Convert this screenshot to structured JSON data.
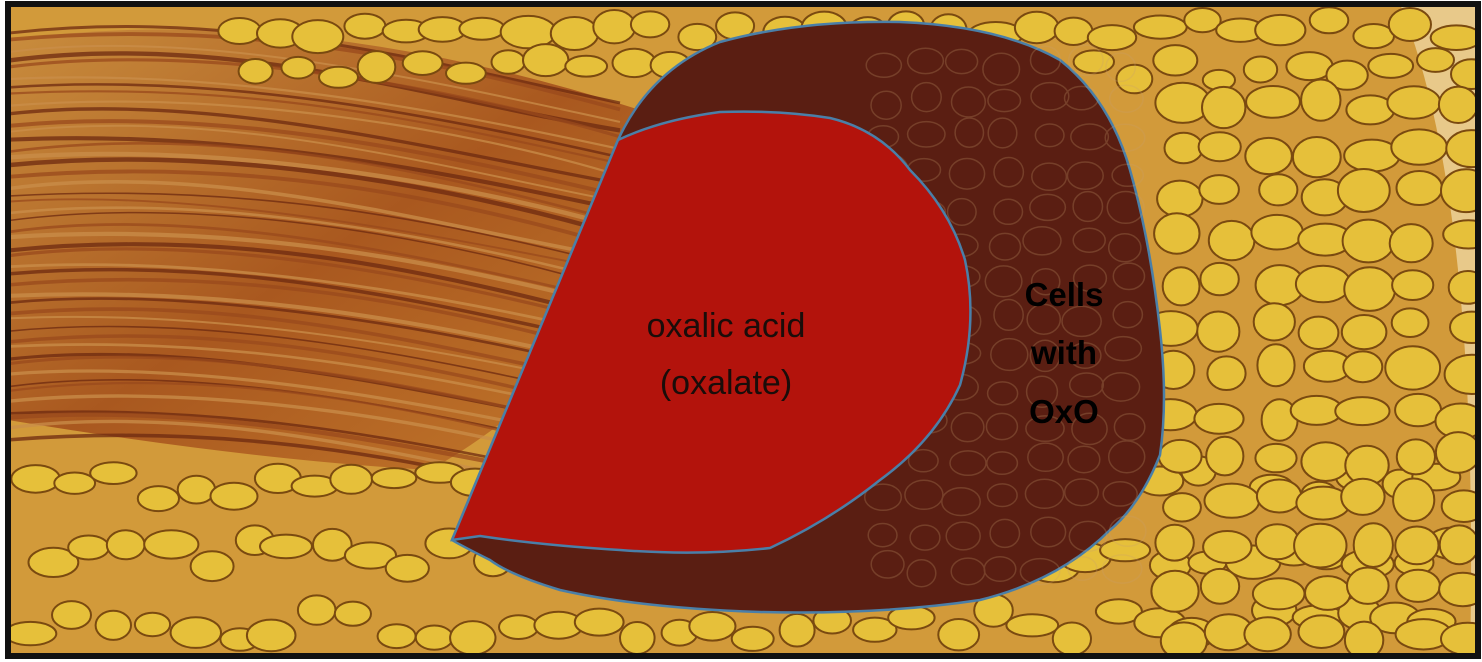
{
  "figure": {
    "background": "micrograph-tissue-section",
    "colors": {
      "tissue_base": "#c9892f",
      "tissue_fibers": "#9a4a1c",
      "cells_fill": "#e6c03a",
      "cells_outline": "#7a4a10",
      "outer_region": "#5a1e12",
      "inner_region": "#b3130c",
      "region_outline": "#4a7fa8",
      "frame": "#111111"
    }
  },
  "labels": {
    "inner": {
      "line1": "oxalic acid",
      "line2": "(oxalate)"
    },
    "outer": {
      "line1": "Cells",
      "line2": "with",
      "line3": "OxO"
    }
  }
}
